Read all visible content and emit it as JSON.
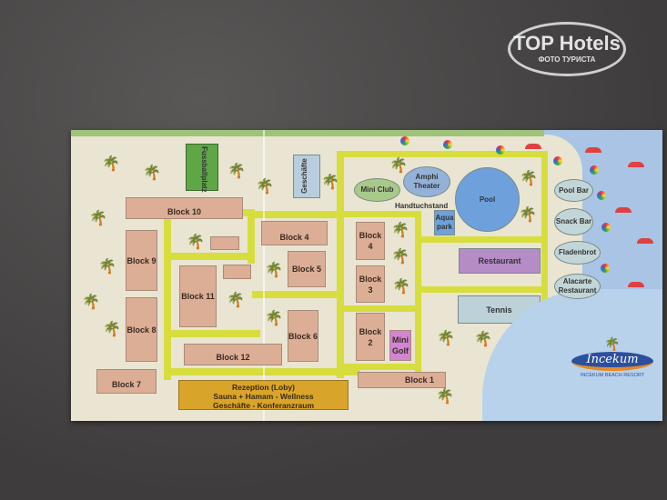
{
  "watermark": {
    "brand": "TOP Hotels",
    "subtitle": "ФОТО ТУРИСТА"
  },
  "map": {
    "fussballplatz": "Fussballplatz",
    "geschaefte": "Geschäfte",
    "blocks": {
      "b10": "Block 10",
      "b9": "Block 9",
      "b8": "Block 8",
      "b7": "Block 7",
      "b11": "Block 11",
      "b12": "Block 12",
      "b4a": "Block 4",
      "b5": "Block 5",
      "b6": "Block 6",
      "b4b": "Block 4",
      "b3": "Block 3",
      "b2": "Block 2",
      "b1": "Block 1"
    },
    "mini_golf": "Mini Golf",
    "mini_club": "Mini Club",
    "amphi": "Amphi Theater",
    "pool": "Pool",
    "handtuchstand": "Handtuchstand",
    "aquapark": "Aqua park",
    "restaurant": "Restaurant",
    "tennis": "Tennis",
    "rezeption": [
      "Rezeption (Loby)",
      "Sauna + Hamam - Wellness",
      "Geschäfte - Konferanzraum"
    ],
    "beach": [
      "Pool Bar",
      "Snack Bar",
      "Fladenbrot",
      "Alacarte Restaurant"
    ],
    "logo": {
      "name": "Incekum",
      "tagline": "INCEKUM BEACH RESORT"
    }
  }
}
